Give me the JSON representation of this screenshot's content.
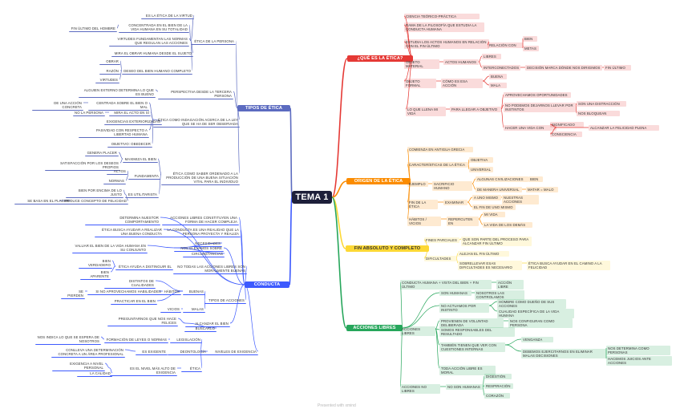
{
  "colors": {
    "root": "#1d1f3a",
    "etica": "#e53935",
    "origen": "#fb8c00",
    "fin": "#fdd835",
    "acciones": "#26a65b",
    "tipos": "#5c6bc0",
    "conducta": "#3d5afe"
  },
  "root": "TEMA 1",
  "watermark": "Presented with xmind",
  "branches": {
    "que_es": {
      "label": "¿QUÉ ES LA ÉTICA?",
      "items": [
        "CIENCIA TEÓRICO-PRÁCTICA",
        "RAMA DE LA FILOSOFÍA QUE ESTUDIA LA CONDUCTA HUMANA",
        "ESTUDIA LOS ACTOS HUMANOS EN RELACIÓN CON EL FIN ÚLTIMO",
        "RELACIÓN CON",
        "BIEN",
        "METAS",
        "OBJETO MATERIAL",
        "ACTOS HUMANOS",
        "LIBRES",
        "INTERCONECTADOS",
        "DECISIÓN MARCA DÓNDE NOS DIRIGIMOS",
        "FIN ÚLTIMO",
        "OBJETO FORMAL",
        "CÓMO ES ESA ACCIÓN",
        "BUENA",
        "MALA",
        "LO QUE LLENA MI VIDA",
        "PARA LLEGAR A OBJETIVO",
        "APROVECHAMOS OPORTUNIDADES",
        "NO PODEMOS DEJARNOS LLEVAR POR INSTINTOS",
        "SON UNA DISTRACCIÓN",
        "NOS BLOQUEAN",
        "HACER UNA VIDA CON",
        "SIGNIFICADO",
        "CONSCIENCIA",
        "ALCANZAR LA FELICIDAD PLENA"
      ]
    },
    "origen": {
      "label": "ORIGEN DE LA ÉTICA",
      "items": [
        "COMIENZA EN ANTIGUA GRECIA",
        "CARACTERÍSTICAS DE LA ÉTICA",
        "OBJETIVA",
        "UNIVERSAL",
        "EJEMPLO",
        "SACRIFICIO HUMANO",
        "ALGUNAS CIVILIZACIONES",
        "BIEN",
        "DE MANERA UNIVERSAL",
        "MATAR = MALO",
        "FIN DE LA ÉTICA",
        "EXAMINAR",
        "A UNO MISMO",
        "NUESTRAS ACCIONES",
        "EL FIN DE UNO MISMO",
        "HÁBITOS / VICIOS",
        "REPERCUTEN EN",
        "MI VIDA",
        "LA VIDA DE LOS DEMÁS"
      ]
    },
    "fin": {
      "label": "FIN ABSOLUTO Y COMPLETO",
      "items": [
        "FINES PARCIALES",
        "QUE SON PARTE DEL PROCESO PARA ALCANZAR FIN ÚLTIMO",
        "DIFICULTADES",
        "ALEJAN EL FIN ÚLTIMO",
        "SOBRELLEVAR ESAS DIFICULTADES ES NECESARIO",
        "ÉTICA BUSCA AYUDAR EN EL CAMINO A LA FELICIDAD"
      ]
    },
    "acciones": {
      "label": "ACCIONES LIBRES",
      "items": [
        "CONDUCTA HUMANA + VISTA DEL BIEN + FIN ÚLTIMO",
        "ACCIÓN LIBRE",
        "SON HUMANAS",
        "NOSOTROS LAS CONTROLAMOS",
        "NO ACTUAMOS POR INSTINTO",
        "HOMBRE COMO DUEÑO DE SUS ACCIONES",
        "CUALIDAD ESPECÍFICA DE LA VIDA HUMANA",
        "ACCIONES LIBRES",
        "PROVIENEN DE VOLUNTAD DELIBERADA",
        "NOS CONFIGURAN COMO PERSONA",
        "SOMOS RESPONSABLES DEL RESULTADO",
        "TAMBIÉN TIENEN QUE VER CON CUESTIONES INTERNAS",
        "VENGANZA",
        "DEBEMOS EJERCITARNOS EN ELIMINAR MALAS DECISIONES",
        "NOS DETERMINA COMO PERSONAS",
        "HACEMOS JUICIOS ANTE ACCIONES",
        "TODA ACCIÓN LIBRE ES MORAL",
        "ACCIONES NO LIBRES",
        "NO SON HUMANAS",
        "DIGESTIÓN",
        "RESPIRACIÓN",
        "CORAZÓN"
      ]
    },
    "tipos": {
      "label": "TIPOS DE ÉTICA",
      "items": [
        "ES LA ÉTICA DE LA VIRTUD",
        "FIN ÚLTIMO DEL HOMBRE",
        "CONCENTRADA EN EL BIEN DE LA VIDA HUMANA EN SU TOTALIDAD",
        "VIRTUDES FUNDAMENTAN LAS NORMAS QUE REGULAN LAS ACCIONES",
        "ÉTICA DE LA PERSONA",
        "MIRA EL OBRAR HUMANA DESDE EL SUJETO",
        "OBRAR",
        "RAZÓN",
        "VIRTUDES",
        "DESEO DEL BIEN HUMANO COMPLETO",
        "ALGUIEN EXTERNO DETERMINA LO QUE ES BUENO",
        "PERSPECTIVA DESDE LA TERCERA PERSONA",
        "DE UNA ACCIÓN CONCRETA",
        "CENTRADA SOBRE EL BIEN O MAL",
        "NO LA PERSONA",
        "MIRA EL ACTO EN SÍ",
        "ÉTICA COMO INDAGACIÓN ACERCA DE LA LEY QUE SE HA DE SER OBSERVADA",
        "EXIGENCIAS EXTERIORIZADAS",
        "PASIVIDAD CON RESPECTO A LIBERTAD HUMANA",
        "OBJETIVO: OBEDECER",
        "GENERA PLACER",
        "MAXIMIZA EL BIEN",
        "SATISFACCIÓN POR LOS DESEOS PROPIOS",
        "ACTOS",
        "NORMAS",
        "FUNDAMENTA",
        "ÉTICA COMO SABER ORDENADO A LA PRODUCCIÓN DE UNA BUENA SITUACIÓN VITAL PARA EL INDIVIDUO",
        "BIEN POR ENCIMA DE LO JUSTO",
        "ES UTILITARISTA",
        "SE BASA EN EL PLACER",
        "REDUCE CONCEPTO DE FELICIDAD"
      ]
    },
    "conducta": {
      "label": "CONDUCTA",
      "items": [
        "DETERMINA NUESTOR COMPORTAMIENTO",
        "ACCIONES LIBRES CONSTITUYEN UNA FORMA DE HACER COMPLEJA",
        "ÉTICA BUSCA AYUDAR A REALIZAR UNA BUENA CONDUCTA",
        "LA CONDUCTA ES UNA REALIDAD QUE LA PERSONA PROYECTA Y REALIZA",
        "NECESIDADES",
        "VALUAR EL BIEN DE LA VIDA HUMANA EN SU CONJUNTO",
        "NOS ELEVAMOS SOBRE",
        "CIRCUNSTANCIAS",
        "BIEN VERDADERO",
        "BIEN APARENTE",
        "ÉTICA AYUDA A DISTINGUIR EL",
        "NO TODAS LAS ACCIONES LIBRES SON MORALMENTE BUENAS",
        "DISTINTOS DE CUALIDADES",
        "SE PIERDEN",
        "SI NO APROVECHAMOS HABILIDADES",
        "HÁBITOS",
        "BUENAS",
        "PRACTICAR EN EL BIEN",
        "TIPOS DE ACCIONES",
        "VICIOS",
        "MALAS",
        "PREGUNTARNOS QUE NOS HACE FELICES",
        "ALCANZAR EL BIEN",
        "BUSCARLO",
        "NOS INDICA LO QUE SE ESPERA DE NOSOTROS",
        "FORMACIÓN DE LEYES O NORMAS",
        "LEGISLACIÓN",
        "CONLLEVA UNA DETERMINACIÓN CONCRETA A UN ÁREA PROFESIONAL",
        "ES EXIGENTE",
        "DEONTOLOGÍA",
        "NIVELES DE EXIGENCIA",
        "EXIGENCIA A NIVEL PERSONAL",
        "LA CALIDAD",
        "ES EL NIVEL MÁS ALTO DE EXIGENCIA",
        "ÉTICA"
      ]
    }
  }
}
